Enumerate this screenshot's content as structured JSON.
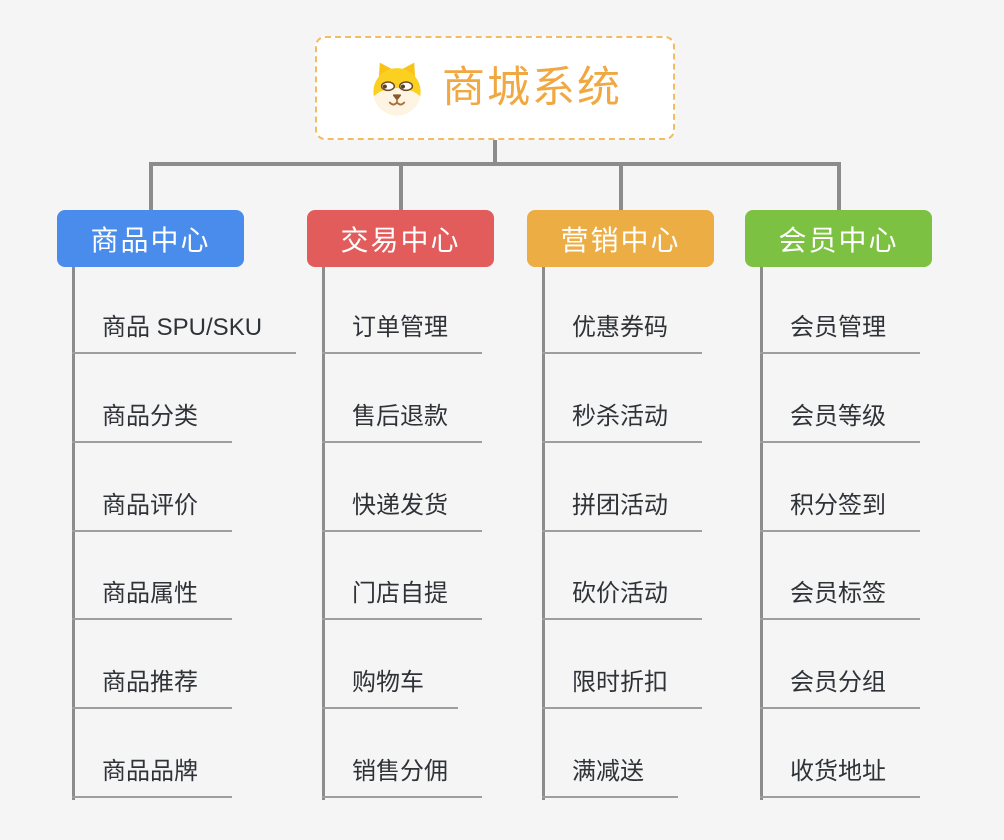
{
  "app": {
    "background": "#f5f5f5"
  },
  "root": {
    "title": "商城系统",
    "icon": "dog-face-icon",
    "title_color": "#f0a843",
    "border_color": "#f3bb62",
    "background": "#ffffff"
  },
  "connector_color": "#8c8c8c",
  "item_text_color": "#2f3338",
  "item_underline_color": "#9e9e9e",
  "branches": [
    {
      "id": "product-center",
      "label": "商品中心",
      "color": "#4a8ceb",
      "text_color": "#ffffff",
      "items": [
        "商品 SPU/SKU",
        "商品分类",
        "商品评价",
        "商品属性",
        "商品推荐",
        "商品品牌"
      ]
    },
    {
      "id": "trade-center",
      "label": "交易中心",
      "color": "#e25c5c",
      "text_color": "#ffffff",
      "items": [
        "订单管理",
        "售后退款",
        "快递发货",
        "门店自提",
        "购物车",
        "销售分佣"
      ]
    },
    {
      "id": "marketing-center",
      "label": "营销中心",
      "color": "#ecae44",
      "text_color": "#ffffff",
      "items": [
        "优惠券码",
        "秒杀活动",
        "拼团活动",
        "砍价活动",
        "限时折扣",
        "满减送"
      ]
    },
    {
      "id": "member-center",
      "label": "会员中心",
      "color": "#7cc142",
      "text_color": "#ffffff",
      "items": [
        "会员管理",
        "会员等级",
        "积分签到",
        "会员标签",
        "会员分组",
        "收货地址"
      ]
    }
  ]
}
